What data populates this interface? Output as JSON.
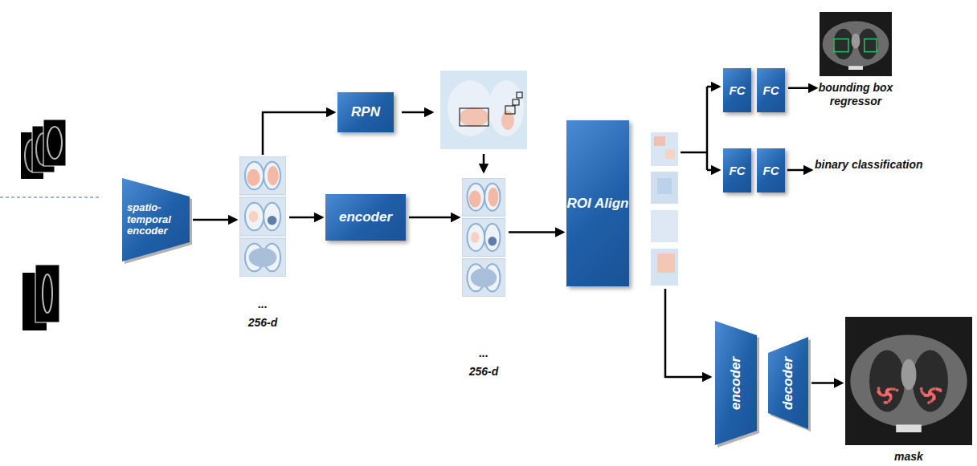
{
  "diagram": {
    "nodes": [
      {
        "text": [
          "spatio- temporal encoder"
        ]
      },
      {
        "text": [
          "...",
          "256-d"
        ]
      },
      {
        "text": [
          "RPN"
        ]
      },
      {
        "text": [
          "encoder"
        ]
      },
      {
        "text": [
          "...",
          "256-d"
        ]
      },
      {
        "text": [
          "ROI Align"
        ]
      },
      {
        "text": [
          "FC"
        ]
      },
      {
        "text": [
          "FC"
        ]
      },
      {
        "text": [
          "FC"
        ]
      },
      {
        "text": [
          "FC"
        ]
      },
      {
        "text": [
          "encoder"
        ]
      },
      {
        "text": [
          "decoder"
        ]
      },
      {
        "text": [
          "bounding box regressor"
        ]
      },
      {
        "text": [
          "mask"
        ]
      }
    ],
    "edges": [
      {
        "from": 0,
        "to": 1,
        "arrow": "to"
      },
      {
        "from": 1,
        "to": 2,
        "arrow": "to"
      },
      {
        "from": 1,
        "to": 3,
        "arrow": "to"
      },
      {
        "from": 3,
        "to": 4,
        "arrow": "to"
      },
      {
        "from": 4,
        "to": 5,
        "arrow": "to"
      },
      {
        "from": 7,
        "to": 12,
        "arrow": "to"
      },
      {
        "from": 11,
        "to": 13,
        "arrow": "to"
      }
    ],
    "labels": [
      "binary classification"
    ]
  }
}
